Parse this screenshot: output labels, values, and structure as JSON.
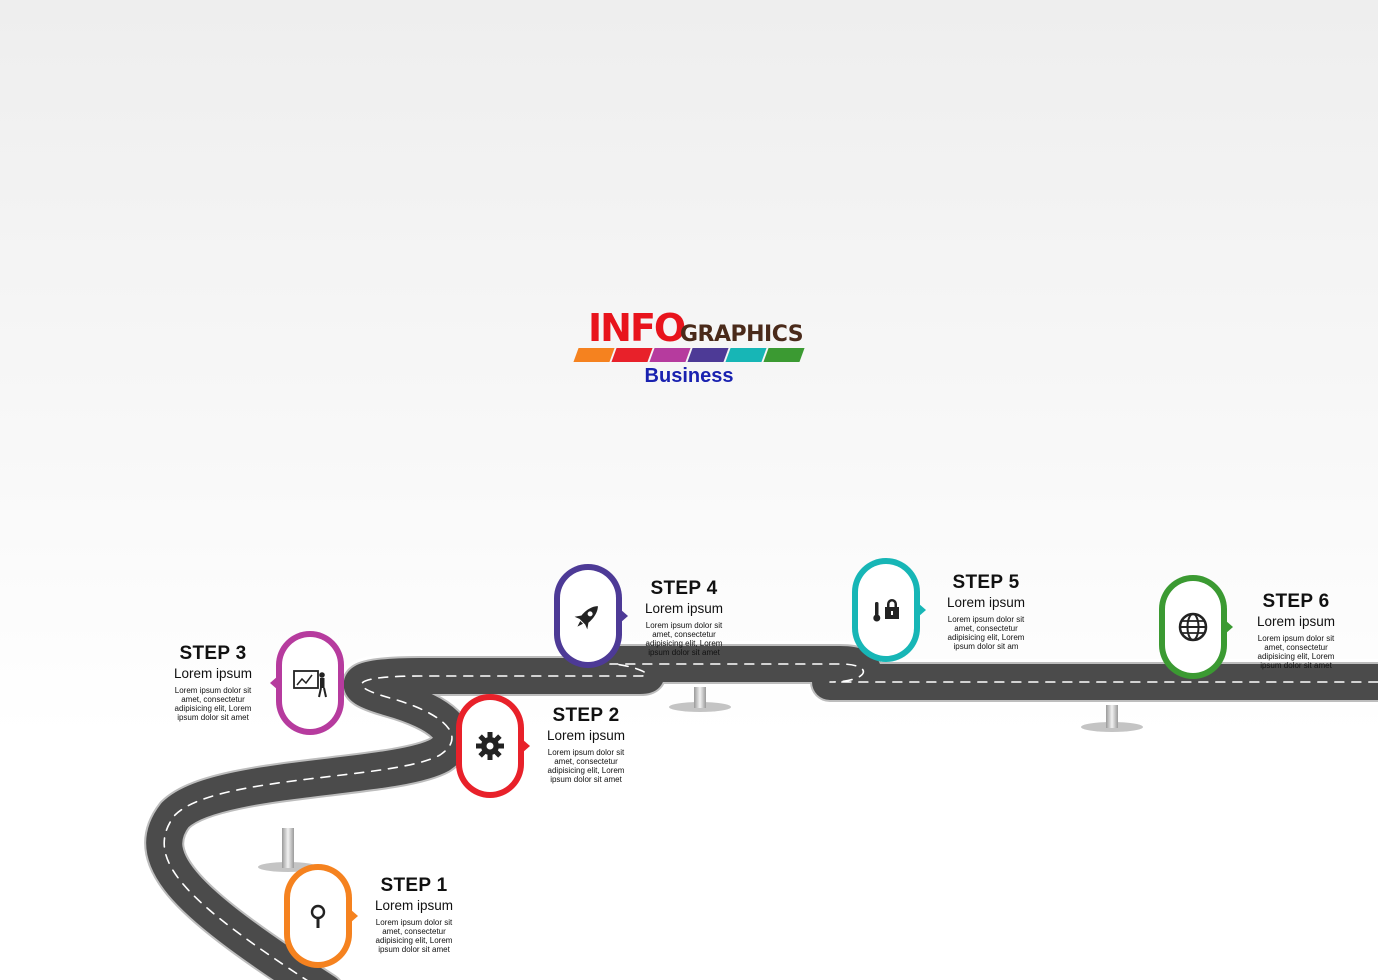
{
  "header": {
    "info": "INFO",
    "graphics": "GRAPHICS",
    "subtitle": "Business",
    "bar_colors": [
      "#f5821f",
      "#e8212a",
      "#b63b9e",
      "#4d3a96",
      "#17b6b6",
      "#3b9a32"
    ]
  },
  "steps": [
    {
      "title": "STEP 1",
      "subtitle": "Lorem ipsum",
      "body": "Lorem ipsum dolor sit\namet, consectetur\nadipisicing elit, Lorem\nipsum dolor sit amet",
      "color": "#f5821f",
      "icon": "magnifier-icon"
    },
    {
      "title": "STEP 2",
      "subtitle": "Lorem ipsum",
      "body": "Lorem ipsum dolor sit\namet, consectetur\nadipisicing elit, Lorem\nipsum dolor sit amet",
      "color": "#e8212a",
      "icon": "gear-icon"
    },
    {
      "title": "STEP 3",
      "subtitle": "Lorem ipsum",
      "body": "Lorem ipsum dolor sit\namet, consectetur\nadipisicing elit, Lorem\nipsum dolor sit amet",
      "color": "#b63b9e",
      "icon": "presentation-icon"
    },
    {
      "title": "STEP 4",
      "subtitle": "Lorem ipsum",
      "body": "Lorem ipsum dolor sit\namet, consectetur\nadipisicing elit, Lorem\nipsum dolor sit amet",
      "color": "#4d3a96",
      "icon": "rocket-icon"
    },
    {
      "title": "STEP 5",
      "subtitle": "Lorem ipsum",
      "body": "Lorem ipsum dolor sit\namet, consectetur\nadipisicing elit, Lorem\nipsum dolor sit am",
      "color": "#17b6b6",
      "icon": "lock-thermometer-icon"
    },
    {
      "title": "STEP 6",
      "subtitle": "Lorem ipsum",
      "body": "Lorem ipsum dolor sit\namet, consectetur\nadipisicing elit, Lorem\nipsum dolor sit amet",
      "color": "#3b9a32",
      "icon": "globe-icon"
    }
  ]
}
